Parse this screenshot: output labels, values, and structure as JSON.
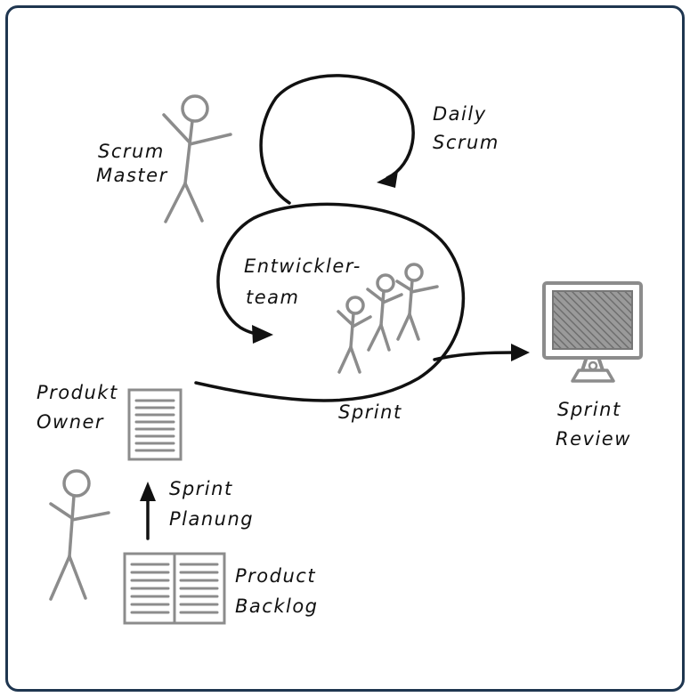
{
  "labels": {
    "daily_scrum": [
      "Daily",
      "Scrum"
    ],
    "scrum_master": [
      "Scrum",
      "Master"
    ],
    "dev_team": [
      "Entwickler-",
      "team"
    ],
    "sprint": "Sprint",
    "sprint_review": [
      "Sprint",
      "Review"
    ],
    "product_owner": [
      "Produkt",
      "Owner"
    ],
    "sprint_planning": [
      "Sprint",
      "Planung"
    ],
    "product_backlog": [
      "Product",
      "Backlog"
    ]
  },
  "colors": {
    "frame": "#1f3650",
    "ink": "#111111",
    "figure": "#8c8c8c",
    "screen": "#777777"
  }
}
